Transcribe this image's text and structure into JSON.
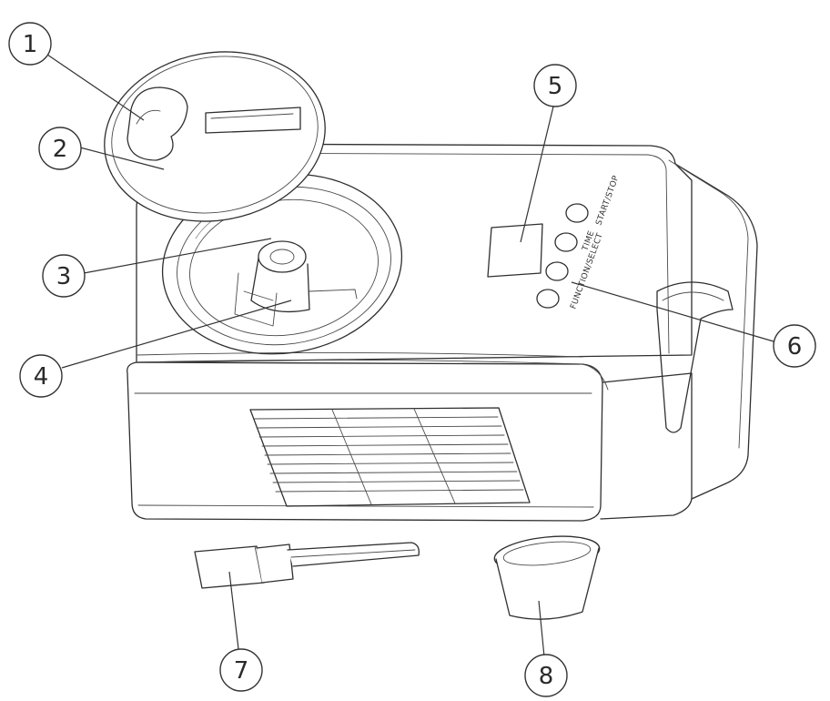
{
  "callouts": [
    {
      "number": "1",
      "part": "lid-cap"
    },
    {
      "number": "2",
      "part": "lid"
    },
    {
      "number": "3",
      "part": "bowl"
    },
    {
      "number": "4",
      "part": "paddle"
    },
    {
      "number": "5",
      "part": "display"
    },
    {
      "number": "6",
      "part": "control-buttons"
    },
    {
      "number": "7",
      "part": "spatula"
    },
    {
      "number": "8",
      "part": "measuring-cup"
    }
  ],
  "control_panel": {
    "label_time": "TIME",
    "label_startstop": "START/STOP",
    "label_function": "FUNCTION/SELECT"
  }
}
